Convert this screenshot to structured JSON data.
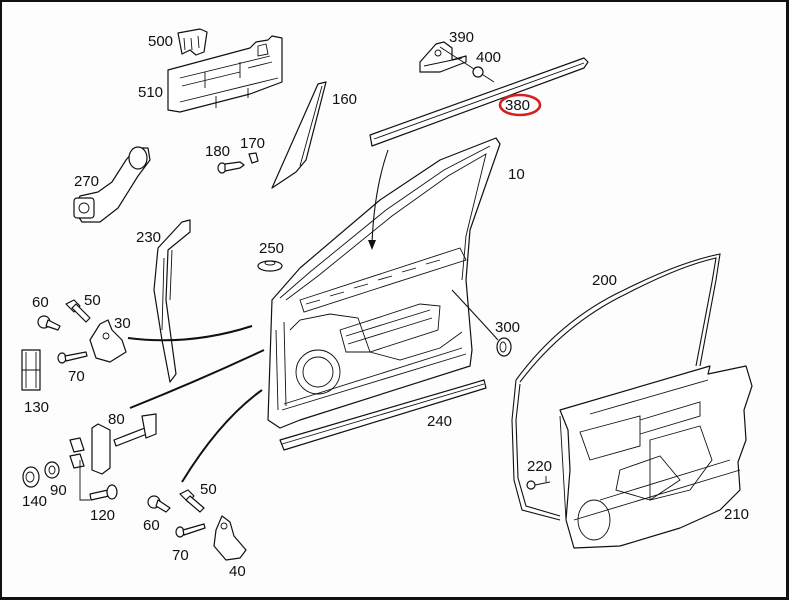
{
  "diagram": {
    "type": "exploded-parts-diagram",
    "subject": "front door assembly",
    "highlight_color": "#d42020",
    "highlighted_part": "380",
    "labels": {
      "p10": "10",
      "p30": "30",
      "p40": "40",
      "p50a": "50",
      "p50b": "50",
      "p60a": "60",
      "p60b": "60",
      "p70a": "70",
      "p70b": "70",
      "p80": "80",
      "p90": "90",
      "p120": "120",
      "p130": "130",
      "p140": "140",
      "p160": "160",
      "p170": "170",
      "p180": "180",
      "p200": "200",
      "p210": "210",
      "p220": "220",
      "p230": "230",
      "p240": "240",
      "p250": "250",
      "p270": "270",
      "p300": "300",
      "p380": "380",
      "p390": "390",
      "p400": "400",
      "p500": "500",
      "p510": "510"
    }
  }
}
